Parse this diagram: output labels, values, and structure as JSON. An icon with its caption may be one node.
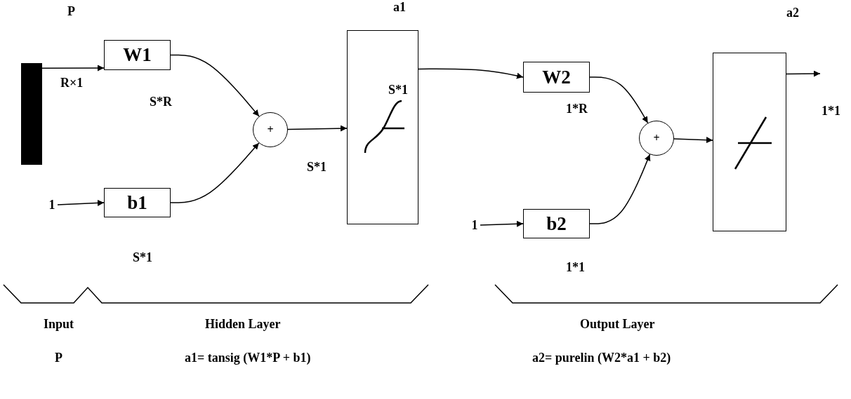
{
  "diagram": {
    "nodes": [
      {
        "text": [],
        "shape": "bar"
      },
      {
        "text": [
          "W1"
        ]
      },
      {
        "text": [
          "b1"
        ]
      },
      {
        "text": [
          "+"
        ]
      },
      {
        "text": [],
        "shape": "box"
      },
      {
        "text": [
          "W2"
        ]
      },
      {
        "text": [
          "b2"
        ]
      },
      {
        "text": [
          "+"
        ]
      },
      {
        "text": [],
        "shape": "box"
      },
      {
        "text": [
          "1"
        ]
      },
      {
        "text": [
          "1"
        ]
      }
    ],
    "edges": [
      {
        "from": 0,
        "to": 1,
        "arrow": "to"
      },
      {
        "from": 9,
        "to": 2,
        "arrow": "to"
      },
      {
        "from": 1,
        "to": 3,
        "arrow": "to"
      },
      {
        "from": 2,
        "to": 3,
        "arrow": "to"
      },
      {
        "from": 3,
        "to": 4,
        "arrow": "to"
      },
      {
        "from": 4,
        "to": 5,
        "arrow": "to"
      },
      {
        "from": 10,
        "to": 6,
        "arrow": "to"
      },
      {
        "from": 5,
        "to": 7,
        "arrow": "to"
      },
      {
        "from": 6,
        "to": 7,
        "arrow": "to"
      },
      {
        "from": 7,
        "to": 8,
        "arrow": "to"
      },
      {
        "from": 8,
        "to": null,
        "arrow": "to"
      }
    ],
    "labels": [
      "P",
      "a1",
      "a2",
      "R×1",
      "S*R",
      "S*1",
      "1*R",
      "1*1",
      "S*1",
      "S*1",
      "1*1",
      "Input",
      "Hidden Layer",
      "Output Layer",
      "P",
      "a1= tansig (W1*P + b1)",
      "a2= purelin (W2*a1 + b2)"
    ]
  }
}
